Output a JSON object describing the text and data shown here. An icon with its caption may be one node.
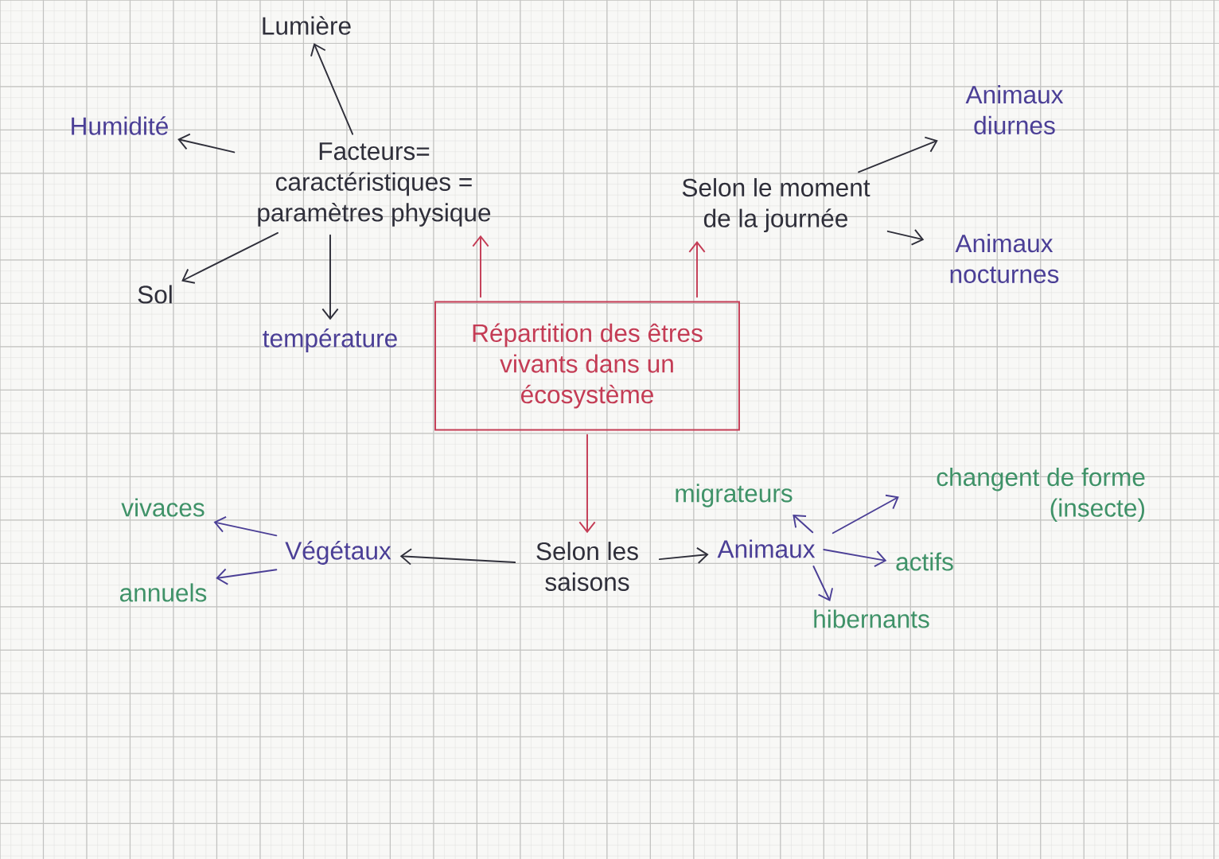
{
  "diagram": {
    "nodes": [
      {
        "text": [
          "Lumière"
        ]
      },
      {
        "text": [
          "Animaux diurnes"
        ]
      },
      {
        "text": [
          "Humidité"
        ]
      },
      {
        "text": [
          "Facteurs= caractéristiques = paramètres physique"
        ]
      },
      {
        "text": [
          "Selon le moment de la journée"
        ]
      },
      {
        "text": [
          "Animaux nocturnes"
        ]
      },
      {
        "text": [
          "Sol"
        ]
      },
      {
        "text": [
          "température"
        ]
      },
      {
        "text": [
          "Répartition des êtres vivants dans un écosystème"
        ]
      },
      {
        "text": [
          "migrateurs"
        ]
      },
      {
        "text": [
          "changent de forme (insecte)"
        ]
      },
      {
        "text": [
          "vivaces"
        ]
      },
      {
        "text": [
          "Végétaux"
        ]
      },
      {
        "text": [
          "Selon les saisons"
        ]
      },
      {
        "text": [
          "Animaux"
        ]
      },
      {
        "text": [
          "actifs"
        ]
      },
      {
        "text": [
          "annuels"
        ]
      },
      {
        "text": [
          "hibernants"
        ]
      }
    ],
    "edges": [
      {
        "from": 3,
        "to": 0,
        "arrow": "to"
      },
      {
        "from": 3,
        "to": 2,
        "arrow": "to"
      },
      {
        "from": 3,
        "to": 6,
        "arrow": "to"
      },
      {
        "from": 3,
        "to": 7,
        "arrow": "to"
      },
      {
        "from": 8,
        "to": 3,
        "arrow": "to",
        "color": "#c43c55"
      },
      {
        "from": 8,
        "to": 4,
        "arrow": "to",
        "color": "#c43c55"
      },
      {
        "from": 4,
        "to": 1,
        "arrow": "to"
      },
      {
        "from": 4,
        "to": 5,
        "arrow": "to"
      },
      {
        "from": 8,
        "to": 13,
        "arrow": "to",
        "color": "#c43c55"
      },
      {
        "from": 13,
        "to": 12,
        "arrow": "to"
      },
      {
        "from": 13,
        "to": 14,
        "arrow": "to"
      },
      {
        "from": 12,
        "to": 11,
        "arrow": "to",
        "color": "#4b3f96"
      },
      {
        "from": 12,
        "to": 16,
        "arrow": "to",
        "color": "#4b3f96"
      },
      {
        "from": 14,
        "to": 9,
        "arrow": "to",
        "color": "#4b3f96"
      },
      {
        "from": 14,
        "to": 10,
        "arrow": "to",
        "color": "#4b3f96"
      },
      {
        "from": 14,
        "to": 15,
        "arrow": "to",
        "color": "#4b3f96"
      },
      {
        "from": 14,
        "to": 17,
        "arrow": "to",
        "color": "#4b3f96"
      }
    ]
  }
}
